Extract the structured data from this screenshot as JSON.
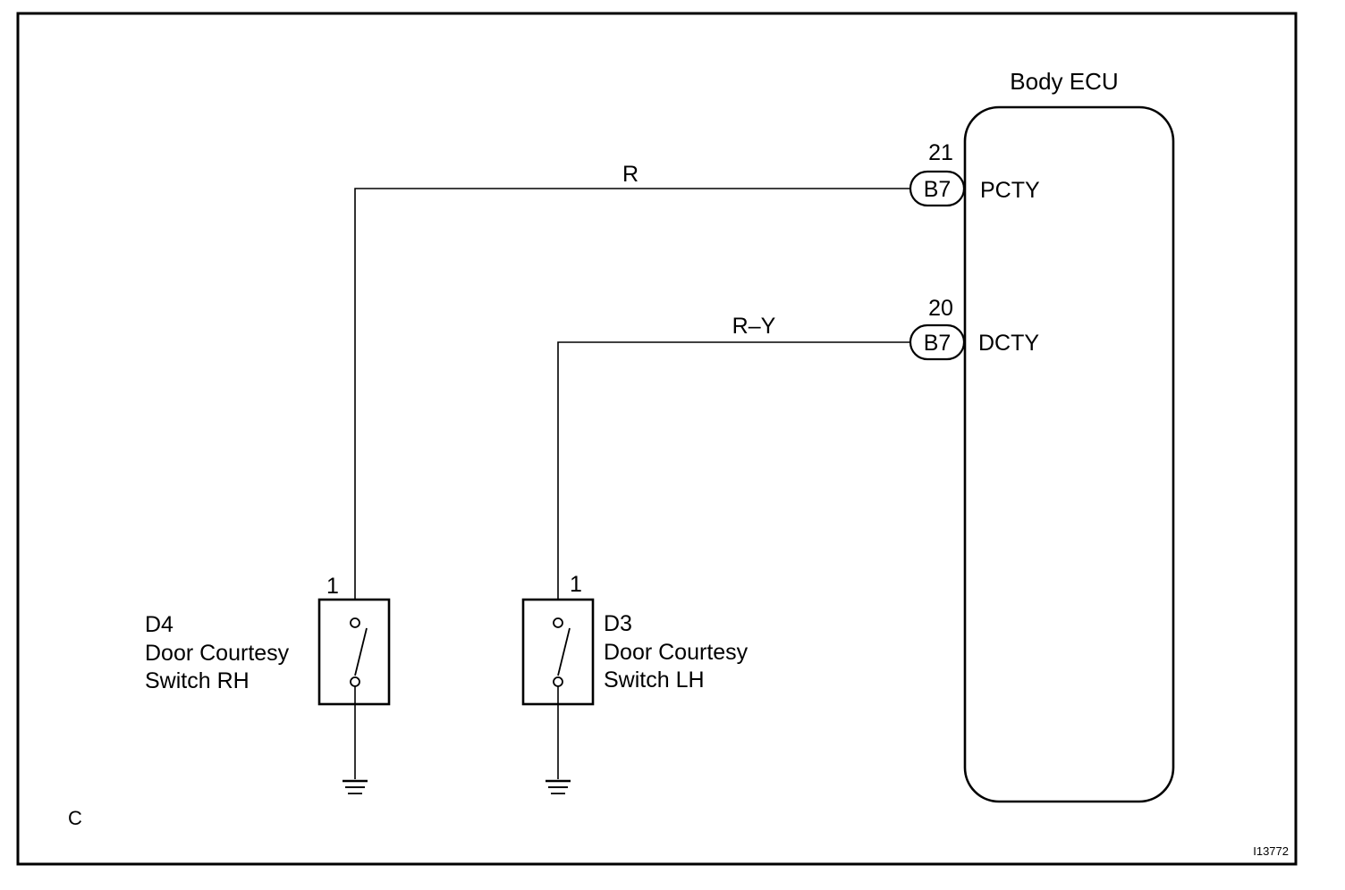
{
  "ecu": {
    "name": "Body ECU",
    "terminals": [
      {
        "pin": "21",
        "connector": "B7",
        "signal": "PCTY",
        "wire_color": "R"
      },
      {
        "pin": "20",
        "connector": "B7",
        "signal": "DCTY",
        "wire_color": "R–Y"
      }
    ]
  },
  "switches": [
    {
      "pin": "1",
      "code": "D4",
      "name_line1": "Door Courtesy",
      "name_line2": "Switch RH"
    },
    {
      "pin": "1",
      "code": "D3",
      "name_line1": "Door Courtesy",
      "name_line2": "Switch LH"
    }
  ],
  "footer": {
    "corner_letter": "C",
    "figure_id": "I13772"
  }
}
